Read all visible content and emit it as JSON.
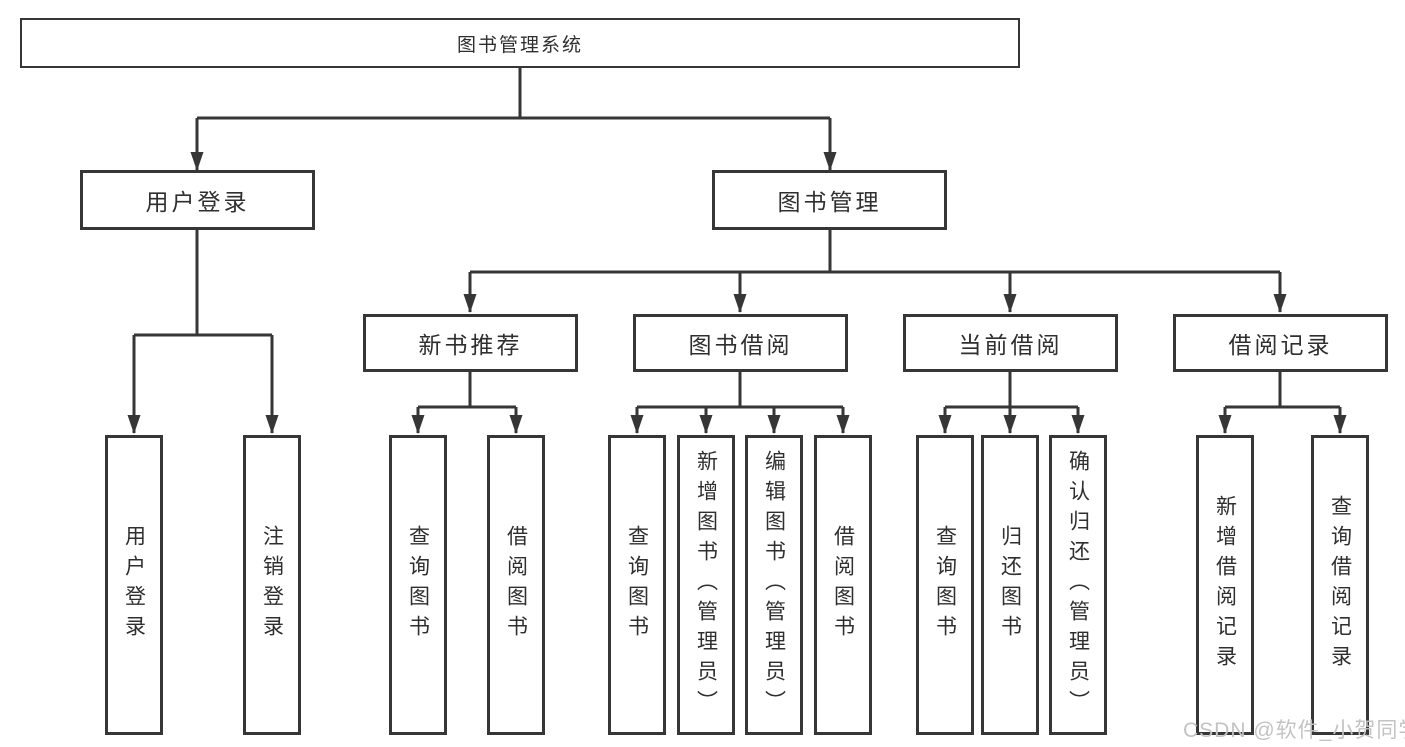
{
  "diagram_title": "图书管理系统",
  "tree": {
    "root": {
      "label": "图书管理系统"
    },
    "branches": [
      {
        "label": "用户登录",
        "children": [
          {
            "label": "用户登录"
          },
          {
            "label": "注销登录"
          }
        ]
      },
      {
        "label": "图书管理",
        "children": [
          {
            "label": "新书推荐",
            "children": [
              {
                "label": "查询图书"
              },
              {
                "label": "借阅图书"
              }
            ]
          },
          {
            "label": "图书借阅",
            "children": [
              {
                "label": "查询图书"
              },
              {
                "label": "新增图书（管理员）"
              },
              {
                "label": "编辑图书（管理员）"
              },
              {
                "label": "借阅图书"
              }
            ]
          },
          {
            "label": "当前借阅",
            "children": [
              {
                "label": "查询图书"
              },
              {
                "label": "归还图书"
              },
              {
                "label": "确认归还（管理员）"
              }
            ]
          },
          {
            "label": "借阅记录",
            "children": [
              {
                "label": "新增借阅记录"
              },
              {
                "label": "查询借阅记录"
              }
            ]
          }
        ]
      }
    ]
  },
  "watermark": {
    "text": "CSDN @软件_小贺同学"
  },
  "colors": {
    "line": "#363636",
    "text": "#2f2f2f",
    "background": "#ffffff",
    "watermark": "#c3c3c3"
  }
}
